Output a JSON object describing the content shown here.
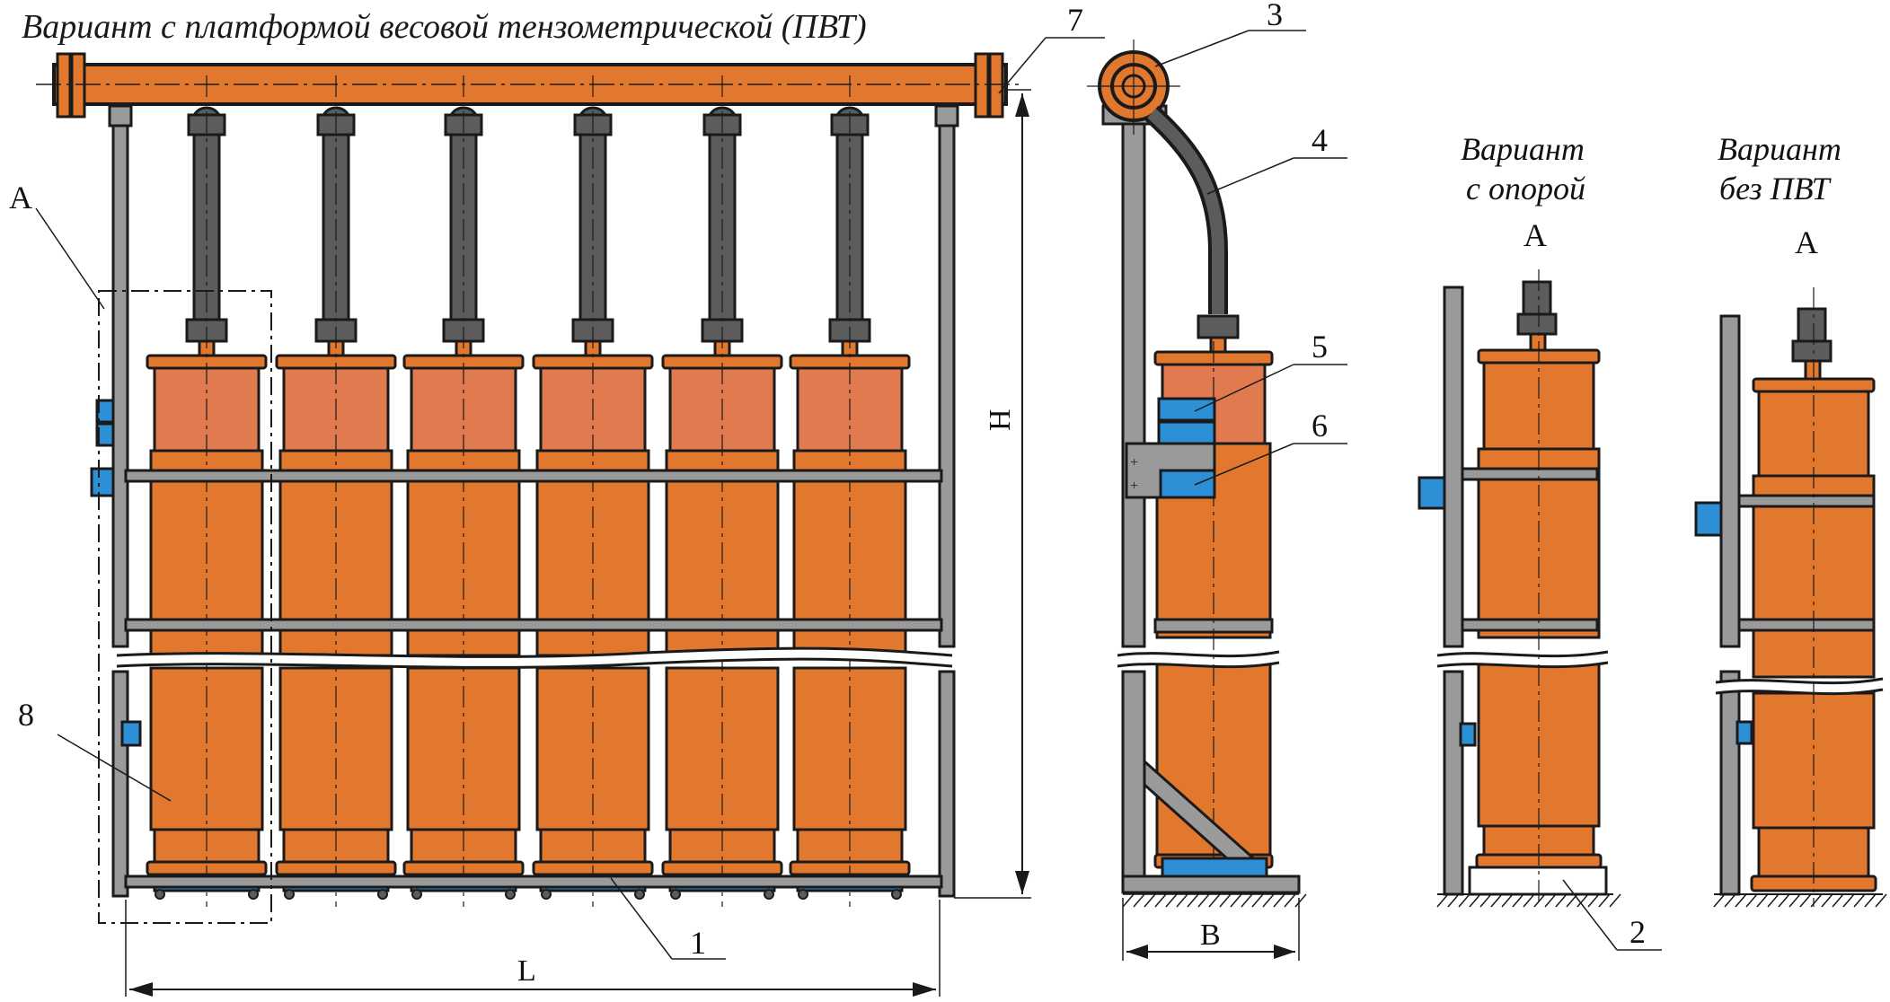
{
  "title": "Вариант с платформой весовой тензометрической (ПВТ)",
  "callouts": [
    "1",
    "2",
    "3",
    "4",
    "5",
    "6",
    "7",
    "8"
  ],
  "view_letter": "А",
  "dimensions": {
    "length": "L",
    "height": "H",
    "depth": "B"
  },
  "variant_support": {
    "line1": "Вариант",
    "line2": "с опорой",
    "view": "А"
  },
  "variant_no_pvt": {
    "line1": "Вариант",
    "line2": "без ПВТ",
    "view": "А"
  },
  "colors": {
    "cylinder": "#E2782E",
    "cylinder_top": "#E27A4F",
    "frame": "#9A9A9A",
    "valve": "#5C5C5C",
    "platform": "#2D8FD6",
    "outline": "#1a1a1a"
  }
}
